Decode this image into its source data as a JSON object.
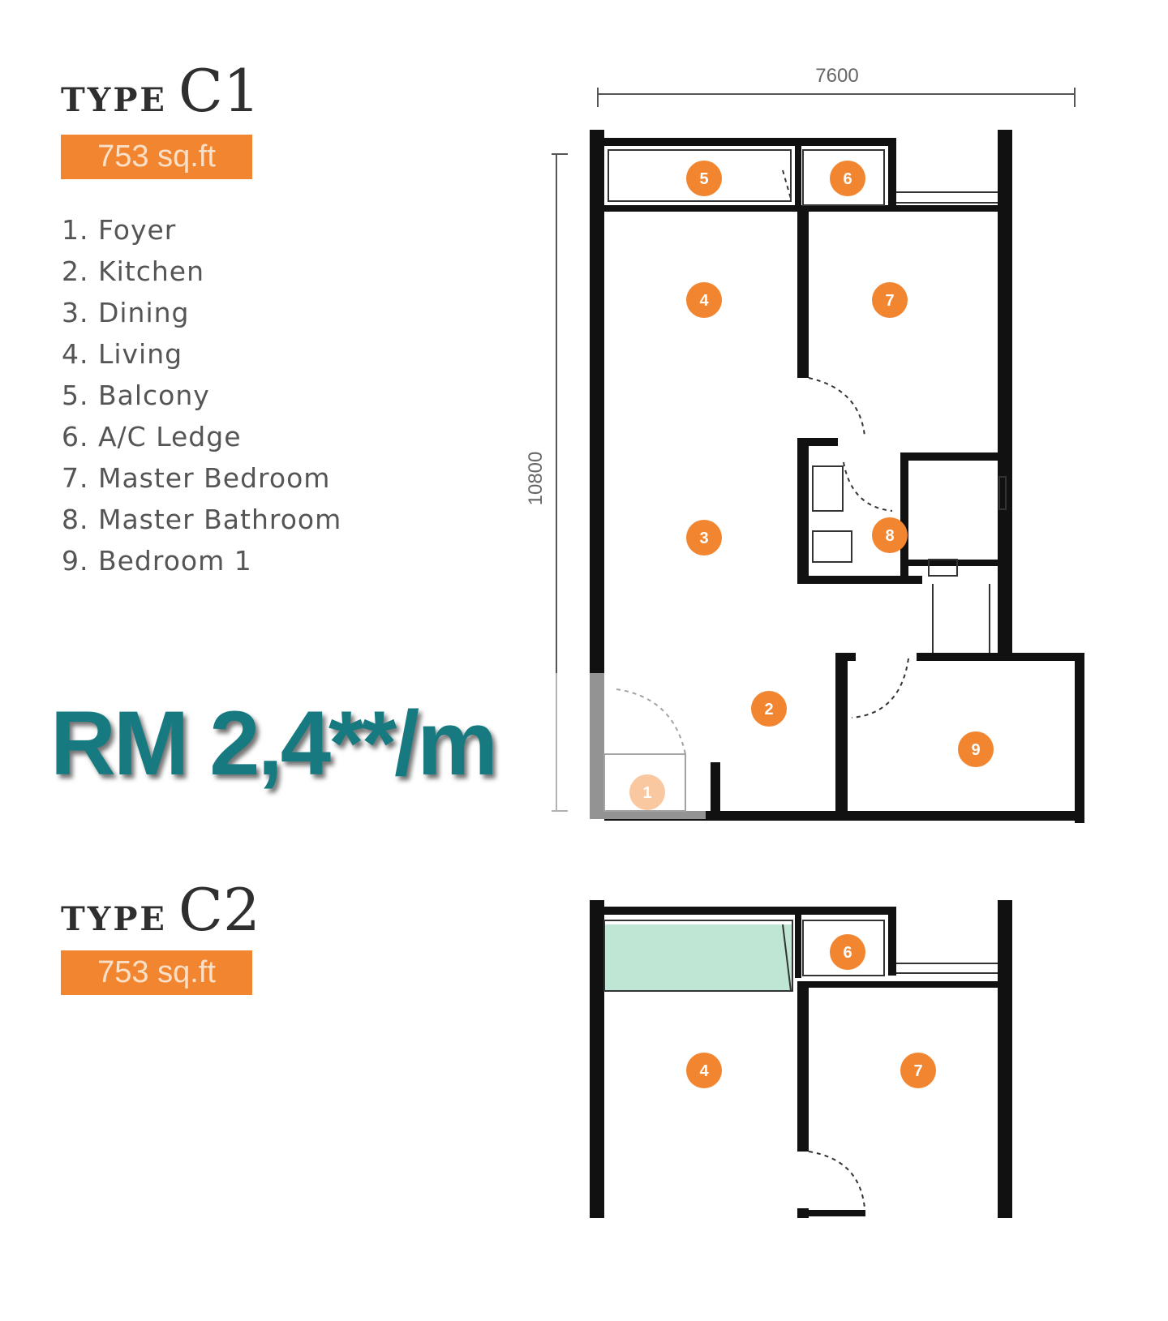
{
  "type_c1": {
    "prefix": "TYPE",
    "code": "C1",
    "area": "753 sq.ft"
  },
  "type_c2": {
    "prefix": "TYPE",
    "code": "C2",
    "area": "753 sq.ft"
  },
  "legend": [
    "1. Foyer",
    "2. Kitchen",
    "3. Dining",
    "4. Living",
    "5. Balcony",
    "6. A/C Ledge",
    "7. Master Bedroom",
    "8. Master Bathroom",
    "9. Bedroom 1"
  ],
  "price": "RM 2,4**/m",
  "dimensions": {
    "width": "7600",
    "depth": "10800"
  },
  "room_markers_c1": [
    "5",
    "6",
    "4",
    "7",
    "3",
    "8",
    "2",
    "9",
    "1"
  ],
  "room_markers_c2": [
    "6",
    "4",
    "7"
  ],
  "colors": {
    "accent": "#f28530",
    "price": "#177a80",
    "wall": "#111111",
    "balcony_fill": "#bfe5d4"
  }
}
